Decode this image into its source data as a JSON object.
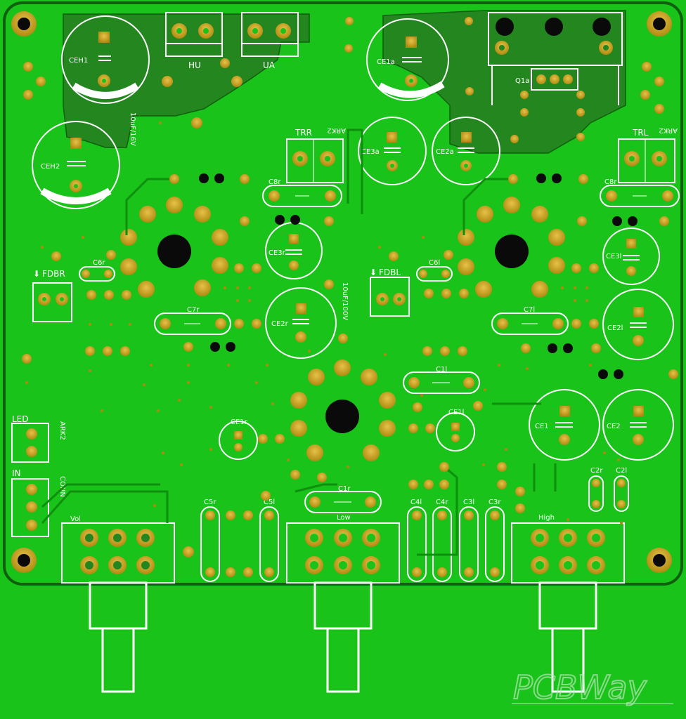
{
  "board": {
    "colors": {
      "board": "#19c319",
      "ground_pour": "#23861f",
      "pad_gold": "#c8a21e",
      "silkscreen": "#ffffff",
      "via": "#0a0a0a"
    },
    "top_labels": {
      "hu": "HU",
      "ua": "UA",
      "trr": "TRR",
      "trl": "TRL",
      "ark2_a": "ARK2",
      "ark2_b": "ARK2"
    },
    "capacitors": {
      "ceh1": "CEH1",
      "ceh2": "CEH2",
      "ce1a": "CE1a",
      "ce3a": "CE3a",
      "ce2a": "CE2a",
      "ce3r": "CE3r",
      "ce3l": "CE3l",
      "ce2r": "CE2r",
      "ce2l": "CE2l",
      "ce1r": "CE1r",
      "ce1l": "CE1l",
      "ce1": "CE1",
      "ce2": "CE2",
      "c8r_a": "C8r",
      "c8r_b": "C8r",
      "c6r": "C6r",
      "c6l": "C6l",
      "c7r": "C7r",
      "c7l": "C7l",
      "c1l": "C1l",
      "c1r": "C1r",
      "c5r": "C5r",
      "c5l": "C5l",
      "c4l": "C4l",
      "c4r": "C4r",
      "c3l": "C3l",
      "c3r": "C3r",
      "c2r": "C2r",
      "c2l": "C2l"
    },
    "transistor": "Q1a",
    "rating_a": "10uF/16V",
    "rating_b": "10uF/100V",
    "connectors": {
      "fdbr": "FDBR",
      "fdbl": "FDBL",
      "led": "LED",
      "in": "IN",
      "conn": "CONN",
      "ark2_c": "ARK2"
    },
    "pots": {
      "vol": "Vol",
      "low": "Low",
      "high": "High"
    },
    "arrow_symbol": "⬇",
    "watermark": "PCBWay"
  }
}
